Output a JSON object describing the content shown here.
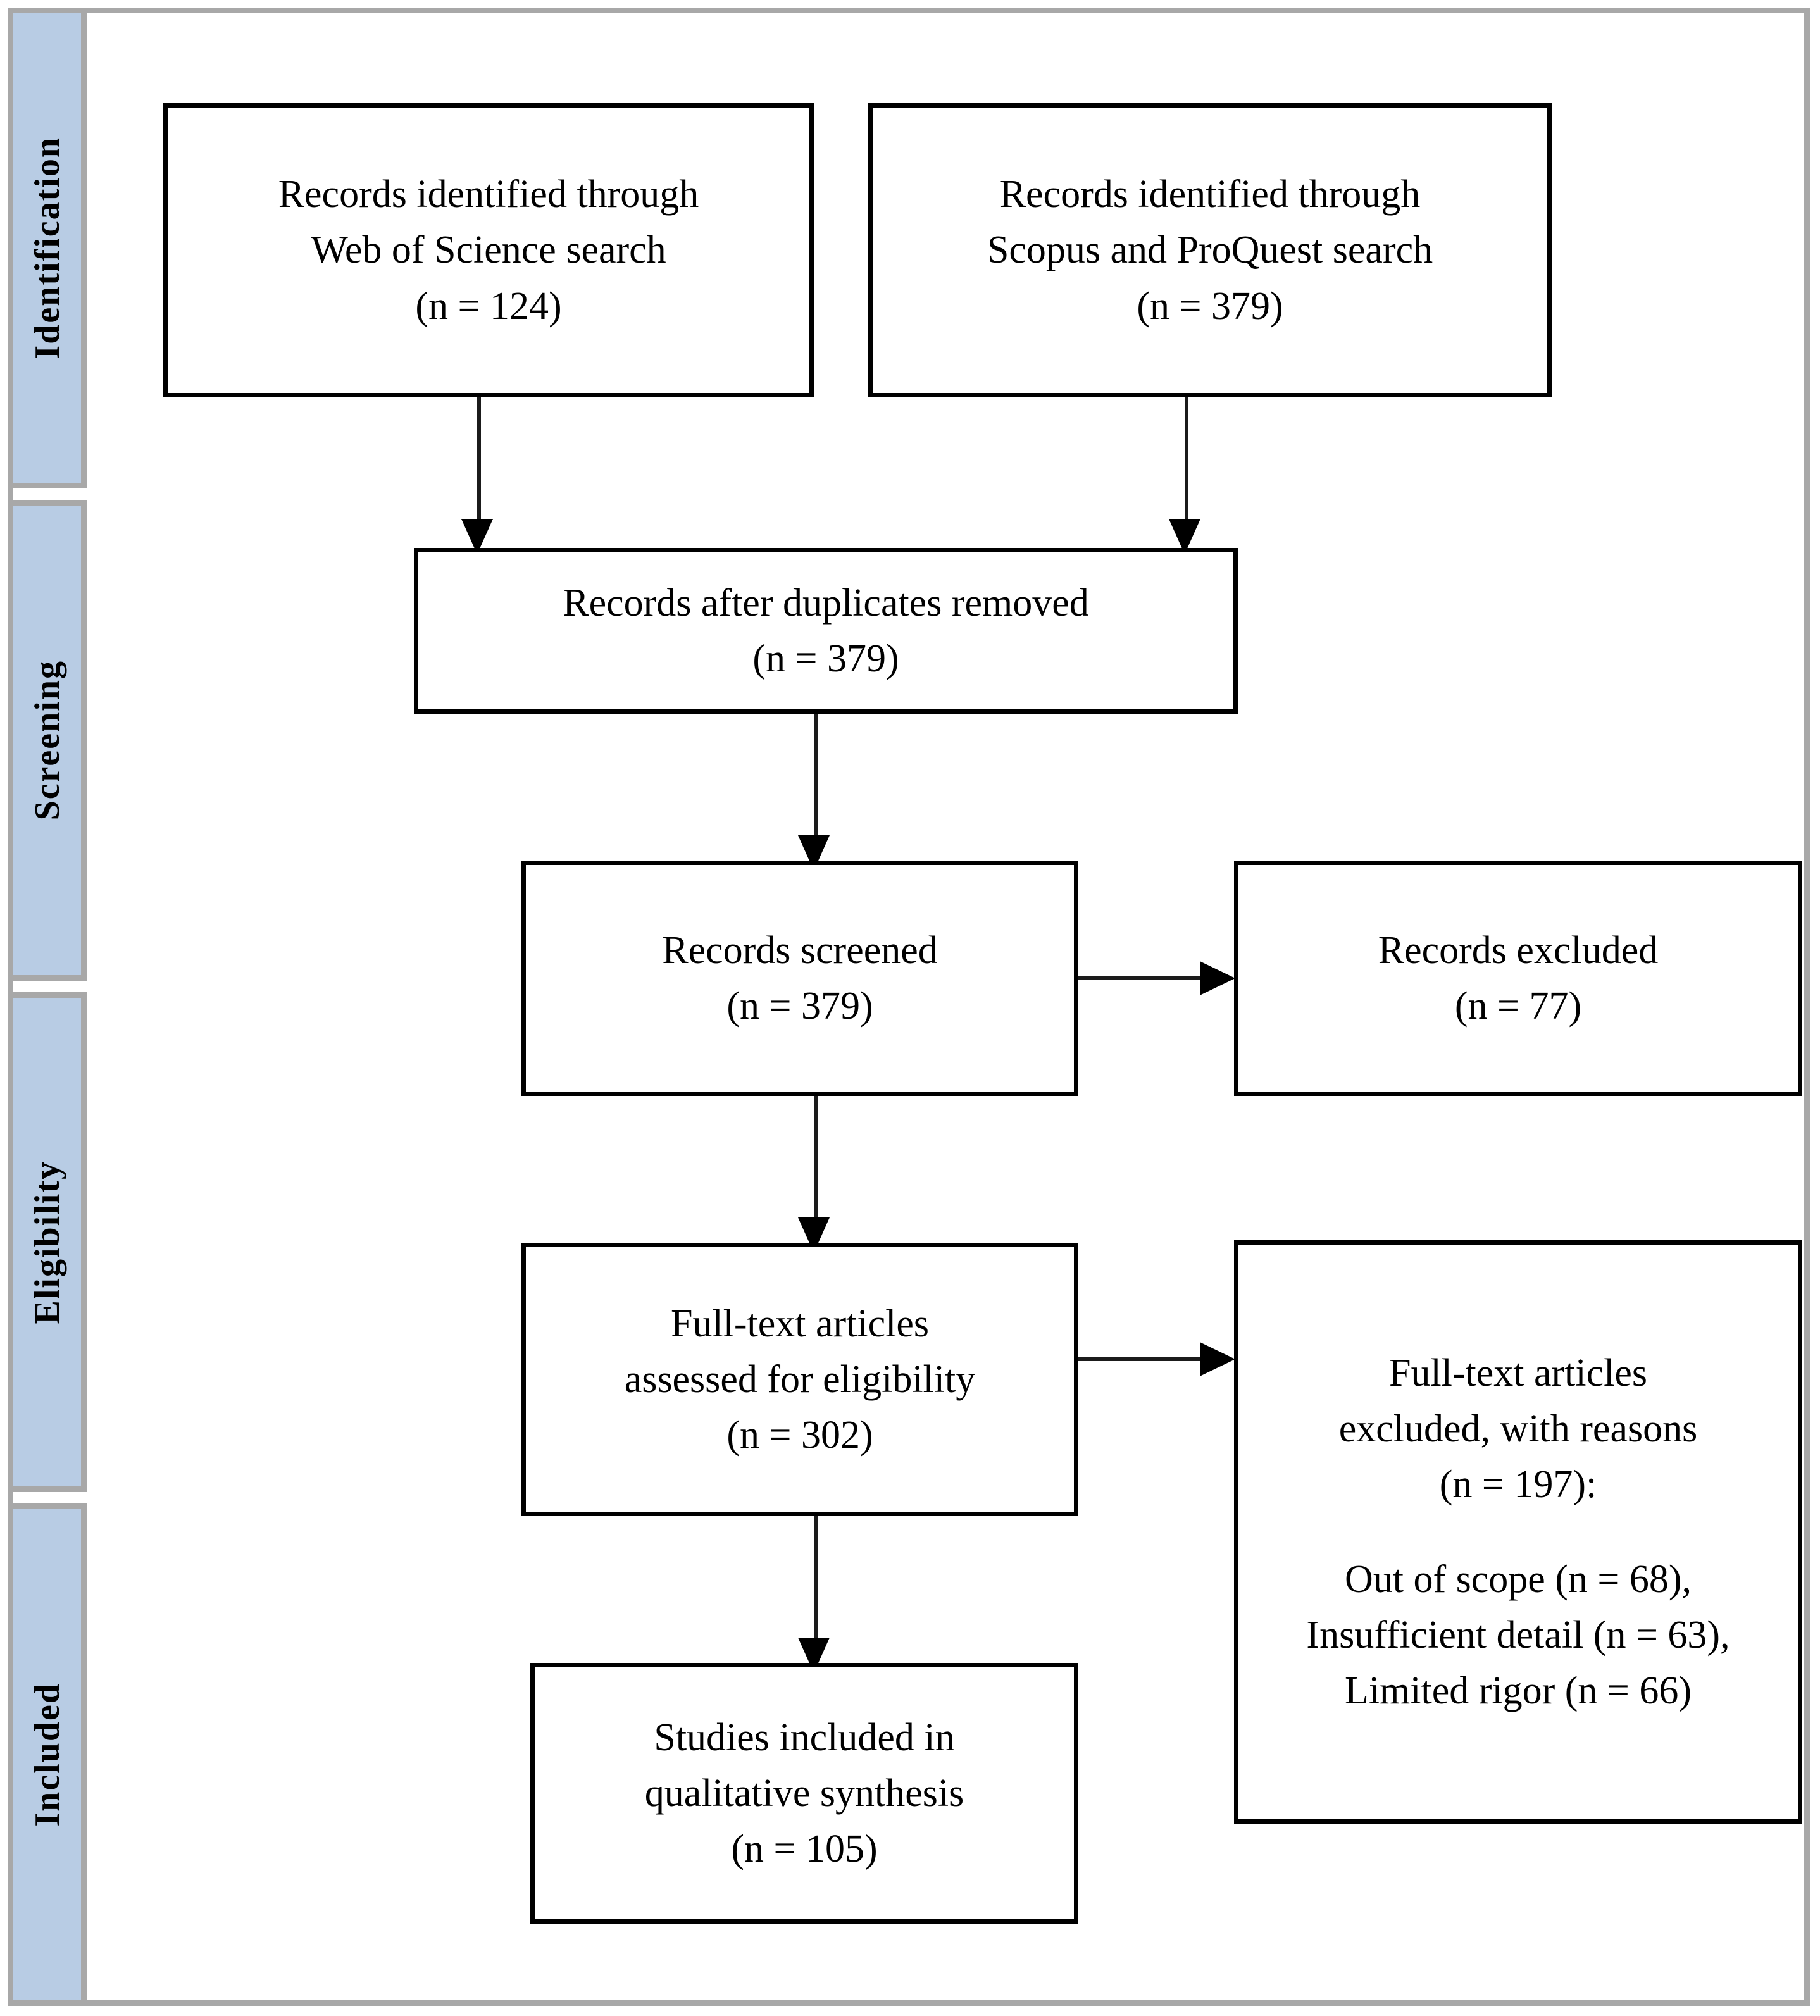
{
  "diagram": {
    "title": "PRISMA flow diagram",
    "type": "prisma-flow",
    "accent_color": "#b8cce4",
    "frame_color": "#a8a8a8",
    "box_border_color": "#000000",
    "text_color": "#000000"
  },
  "stages": [
    {
      "label": "Identification"
    },
    {
      "label": "Screening"
    },
    {
      "label": "Eligibility"
    },
    {
      "label": "Included"
    }
  ],
  "boxes": {
    "records_wos": {
      "line1": "Records identified through",
      "line2": "Web of Science search",
      "line3": "(n = 124)",
      "n": 124
    },
    "records_scopus": {
      "line1": "Records identified through",
      "line2": "Scopus and ProQuest search",
      "line3": "(n = 379)",
      "n": 379
    },
    "after_duplicates": {
      "line1": "Records after duplicates removed",
      "line2": "(n = 379)",
      "n": 379
    },
    "records_screened": {
      "line1": "Records screened",
      "line2": "(n = 379)",
      "n": 379
    },
    "records_excluded": {
      "line1": "Records excluded",
      "line2": "(n = 77)",
      "n": 77
    },
    "fulltext_assessed": {
      "line1": "Full-text articles",
      "line2": "assessed for eligibility",
      "line3": "(n = 302)",
      "n": 302
    },
    "fulltext_excluded": {
      "line1": "Full-text articles",
      "line2": "excluded, with reasons",
      "line3": "(n = 197):",
      "n": 197,
      "reason1": "Out of scope (n = 68),",
      "reason2": "Insufficient detail (n = 63),",
      "reason3": "Limited rigor (n = 66)"
    },
    "studies_included": {
      "line1": "Studies included in",
      "line2": "qualitative synthesis",
      "line3": "(n = 105)",
      "n": 105
    }
  },
  "chart_data": {
    "type": "diagram",
    "title": "PRISMA flow diagram",
    "nodes": [
      {
        "id": "records_wos",
        "stage": "Identification",
        "label": "Records identified through Web of Science search",
        "n": 124
      },
      {
        "id": "records_scopus",
        "stage": "Identification",
        "label": "Records identified through Scopus and ProQuest search",
        "n": 379
      },
      {
        "id": "after_duplicates",
        "stage": "Screening",
        "label": "Records after duplicates removed",
        "n": 379
      },
      {
        "id": "records_screened",
        "stage": "Screening",
        "label": "Records screened",
        "n": 379
      },
      {
        "id": "records_excluded",
        "stage": "Screening",
        "label": "Records excluded",
        "n": 77
      },
      {
        "id": "fulltext_assessed",
        "stage": "Eligibility",
        "label": "Full-text articles assessed for eligibility",
        "n": 302
      },
      {
        "id": "fulltext_excluded",
        "stage": "Eligibility",
        "label": "Full-text articles excluded, with reasons",
        "n": 197,
        "reasons": [
          {
            "label": "Out of scope",
            "n": 68
          },
          {
            "label": "Insufficient detail",
            "n": 63
          },
          {
            "label": "Limited rigor",
            "n": 66
          }
        ]
      },
      {
        "id": "studies_included",
        "stage": "Included",
        "label": "Studies included in qualitative synthesis",
        "n": 105
      }
    ],
    "edges": [
      {
        "from": "records_wos",
        "to": "after_duplicates",
        "direction": "down"
      },
      {
        "from": "records_scopus",
        "to": "after_duplicates",
        "direction": "down"
      },
      {
        "from": "after_duplicates",
        "to": "records_screened",
        "direction": "down"
      },
      {
        "from": "records_screened",
        "to": "records_excluded",
        "direction": "right"
      },
      {
        "from": "records_screened",
        "to": "fulltext_assessed",
        "direction": "down"
      },
      {
        "from": "fulltext_assessed",
        "to": "fulltext_excluded",
        "direction": "right"
      },
      {
        "from": "fulltext_assessed",
        "to": "studies_included",
        "direction": "down"
      }
    ]
  }
}
